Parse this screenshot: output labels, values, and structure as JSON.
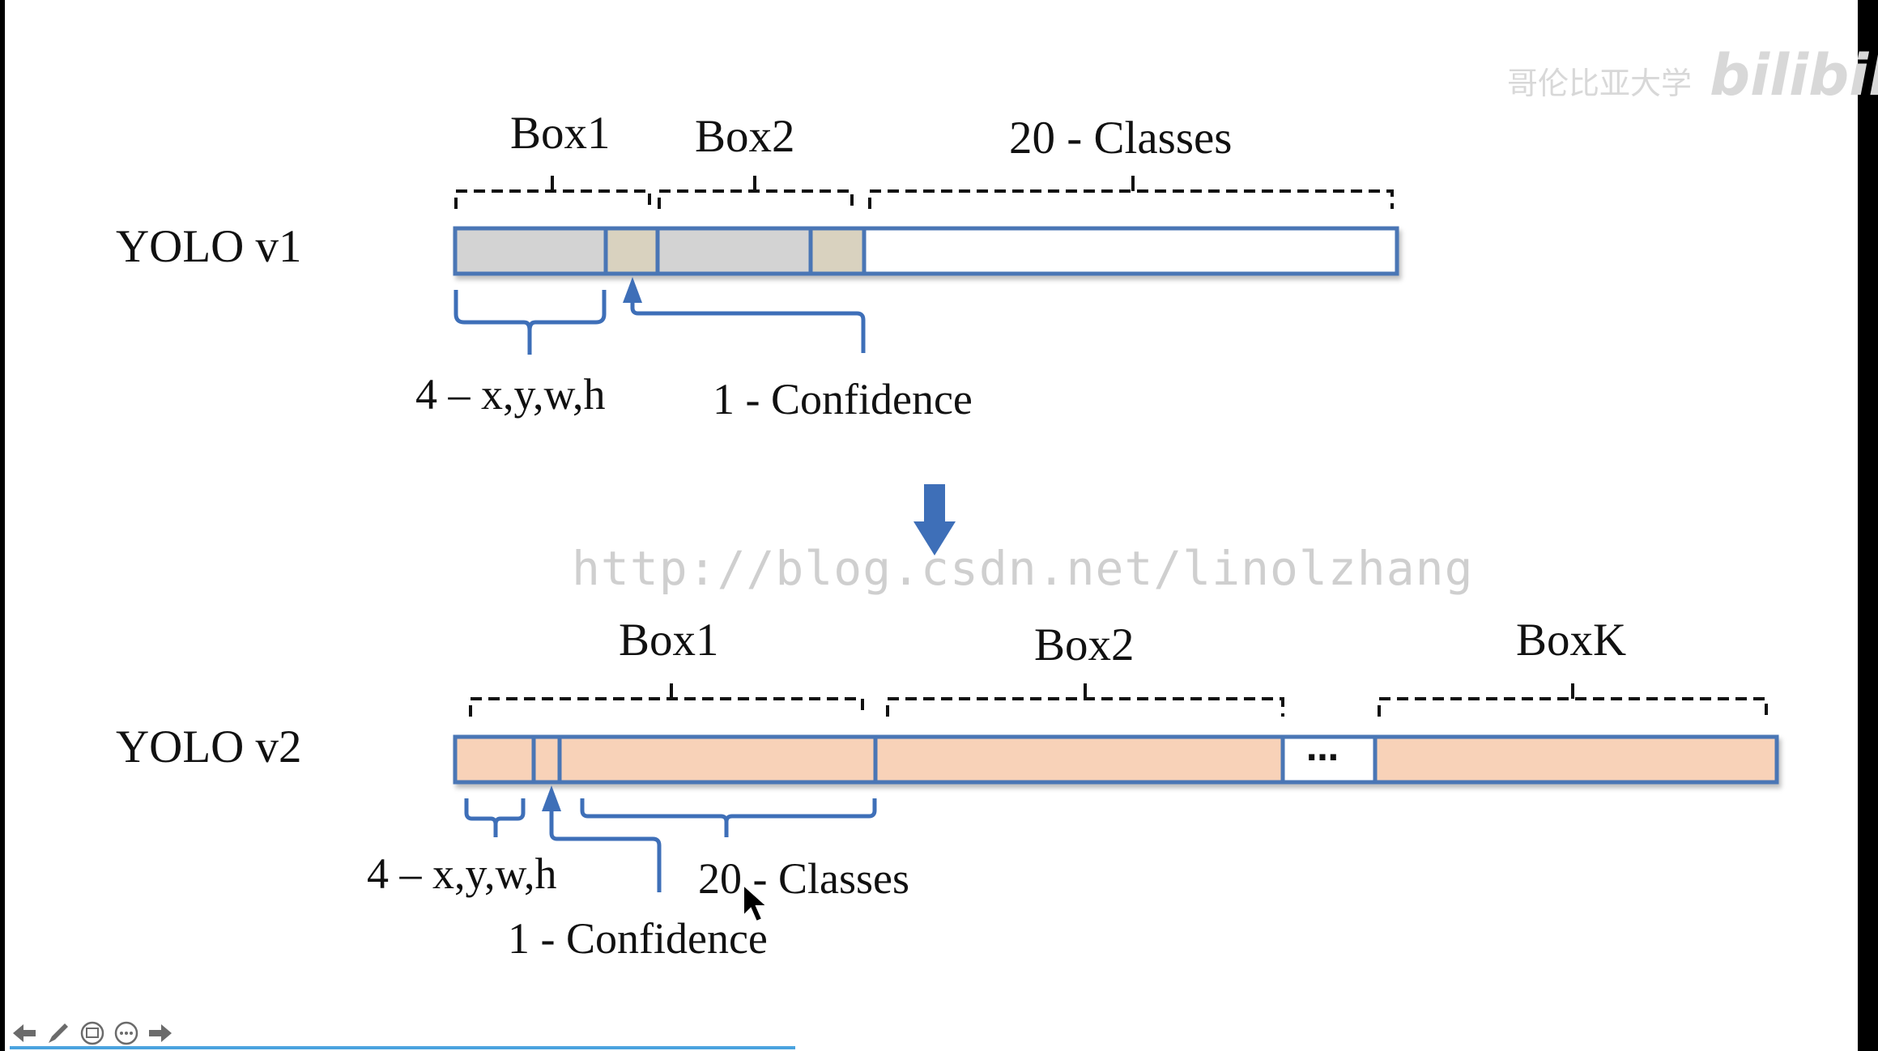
{
  "watermarks": {
    "url": "http://blog.csdn.net/linolzhang",
    "logo_text": "哥伦比亚大学",
    "logo_brand": "bilibili"
  },
  "v1": {
    "title": "YOLO v1",
    "box1": "Box1",
    "box2": "Box2",
    "classes": "20 - Classes",
    "coords": "4 – x,y,w,h",
    "confidence": "1 - Confidence"
  },
  "v2": {
    "title": "YOLO v2",
    "box1": "Box1",
    "box2": "Box2",
    "boxk": "BoxK",
    "ellipsis": "…",
    "coords": "4 – x,y,w,h",
    "confidence": "1 - Confidence",
    "classes": "20 - Classes"
  },
  "colors": {
    "bar_stroke": "#4a76b5",
    "v1_gray": "#d3d3d3",
    "v1_tan": "#d9d2bf",
    "v2_peach": "#f8d2b8",
    "arrow_blue": "#3e6fb8",
    "bracket_dark": "#111111"
  }
}
